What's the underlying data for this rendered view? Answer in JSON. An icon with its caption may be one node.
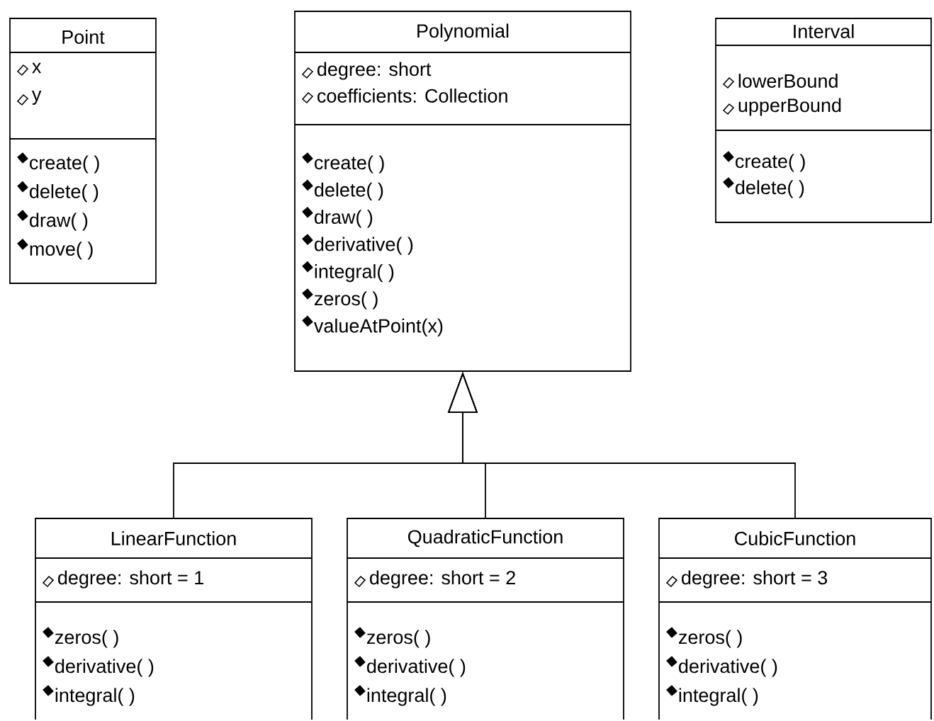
{
  "diagram": {
    "nodes": [
      {
        "text": [
          "Point",
          "x",
          "y",
          "create( )",
          "delete( )",
          "draw( )",
          "move( )"
        ]
      },
      {
        "text": [
          "Polynomial",
          "degree: short",
          "coefficients: Collection",
          "create( )",
          "delete( )",
          "draw( )",
          "derivative( )",
          "integral( )",
          "zeros( )",
          "valueAtPoint(x)"
        ]
      },
      {
        "text": [
          "Interval",
          "lowerBound",
          "upperBound",
          "create( )",
          "delete( )"
        ]
      },
      {
        "text": [
          "LinearFunction",
          "degree: short = 1",
          "zeros( )",
          "derivative( )",
          "integral( )"
        ]
      },
      {
        "text": [
          "QuadraticFunction",
          "degree: short = 2",
          "zeros( )",
          "derivative( )",
          "integral( )"
        ]
      },
      {
        "text": [
          "CubicFunction",
          "degree: short = 3",
          "zeros( )",
          "derivative( )",
          "integral( )"
        ]
      }
    ],
    "edges": [
      {
        "from": 3,
        "to": 1,
        "arrow": "to"
      },
      {
        "from": 4,
        "to": 1,
        "arrow": "to"
      },
      {
        "from": 5,
        "to": 1,
        "arrow": "to"
      }
    ]
  }
}
